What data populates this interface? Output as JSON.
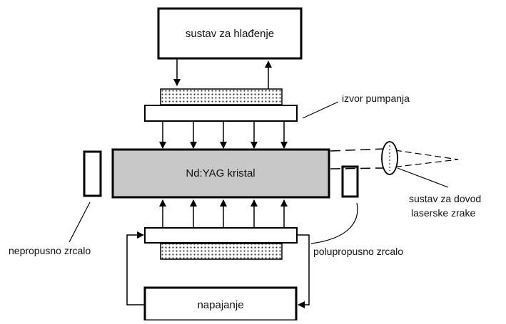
{
  "diagram": {
    "cooling_system": "sustav za hlađenje",
    "pump_source": "izvor pumpanja",
    "crystal": "Nd:YAG kristal",
    "beam_delivery_line1": "sustav za dovod",
    "beam_delivery_line2": "laserske zrake",
    "total_reflector": "nepropusno zrcalo",
    "output_coupler": "polupropusno zrcalo",
    "power_supply": "napajanje"
  },
  "colors": {
    "crystal_fill": "#c8c8c8",
    "stroke": "#000000",
    "background": "#ffffff"
  }
}
